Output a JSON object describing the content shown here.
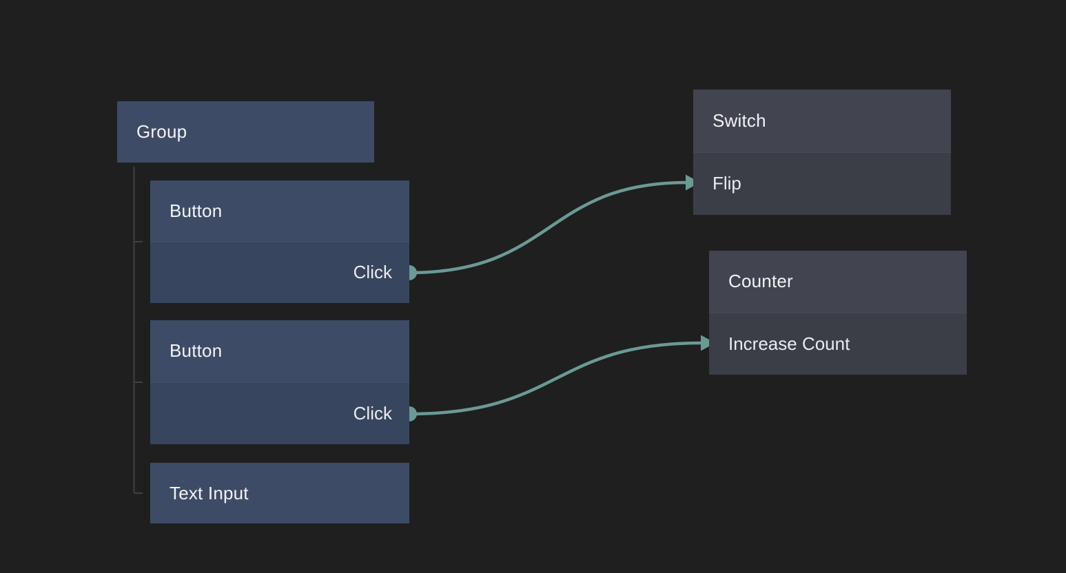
{
  "app": {
    "view": "node-graph-editor"
  },
  "colors": {
    "background": "#1f1f20",
    "node_blue_header": "#3d4b66",
    "node_blue_body": "#37455f",
    "node_gray_header": "#424450",
    "node_gray_body": "#3b3d47",
    "edge": "#6b9a95",
    "tree_line": "#3f4040",
    "text": "#f1f2f4"
  },
  "nodes": {
    "group": {
      "title": "Group"
    },
    "button_1": {
      "title": "Button",
      "output_port": "Click"
    },
    "button_2": {
      "title": "Button",
      "output_port": "Click"
    },
    "text_input": {
      "title": "Text Input"
    },
    "switch": {
      "title": "Switch",
      "input_port": "Flip"
    },
    "counter": {
      "title": "Counter",
      "input_port": "Increase Count"
    }
  },
  "hierarchy": {
    "parent": "Group",
    "children": [
      "Button",
      "Button",
      "Text Input"
    ]
  },
  "edges": [
    {
      "from_node": "Button",
      "from_port": "Click",
      "to_node": "Switch",
      "to_port": "Flip"
    },
    {
      "from_node": "Button",
      "from_port": "Click",
      "to_node": "Counter",
      "to_port": "Increase Count"
    }
  ]
}
